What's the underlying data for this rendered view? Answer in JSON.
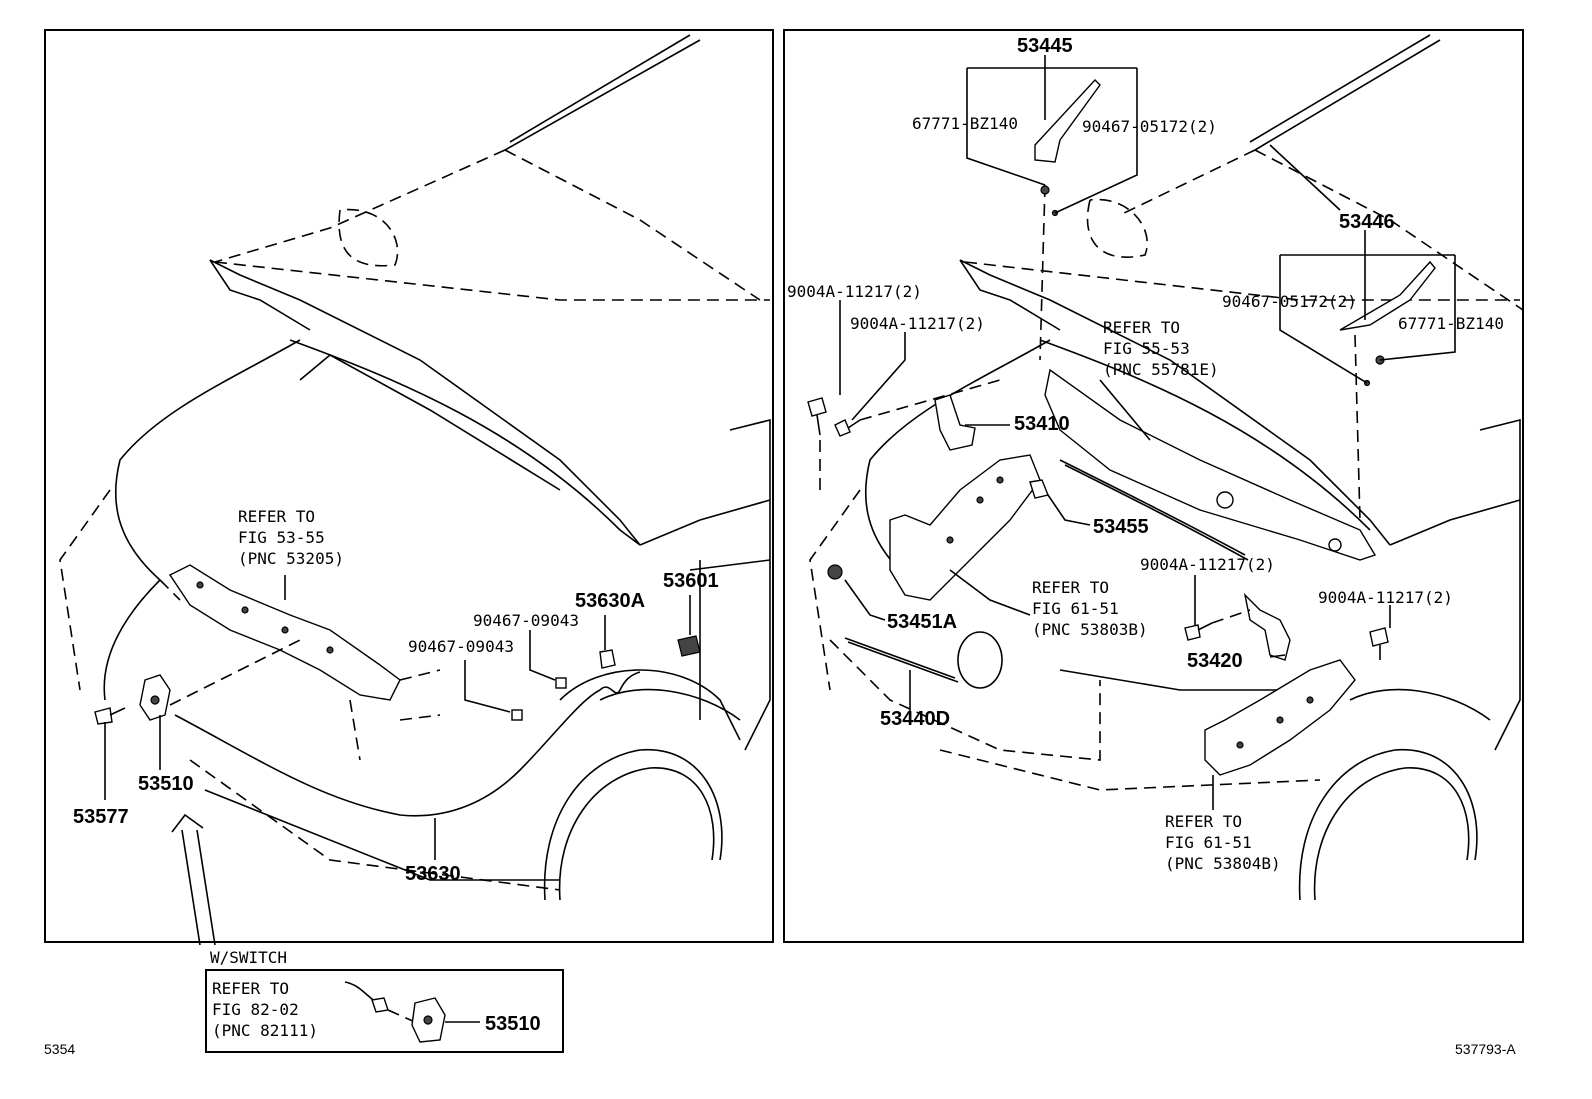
{
  "left_panel": {
    "refer_53205": [
      "REFER TO",
      "FIG 53-55",
      "(PNC 53205)"
    ],
    "p_53630A": "53630A",
    "p_53601": "53601",
    "p_90467_09043_a": "90467-09043",
    "p_90467_09043_b": "90467-09043",
    "p_53510": "53510",
    "p_53577": "53577",
    "p_53630": "53630"
  },
  "switch_box": {
    "caption": "W/SWITCH",
    "refer_82111": [
      "REFER TO",
      "FIG 82-02",
      "(PNC 82111)"
    ],
    "p_53510": "53510"
  },
  "right_panel": {
    "p_53445": "53445",
    "p_67771_left": "67771-BZ140",
    "p_90467_05172_left": "90467-05172(2)",
    "p_53446": "53446",
    "p_90467_05172_right": "90467-05172(2)",
    "p_67771_right": "67771-BZ140",
    "p_9004A_a": "9004A-11217(2)",
    "p_9004A_b": "9004A-11217(2)",
    "refer_55781E": [
      "REFER TO",
      "FIG 55-53",
      "(PNC 55781E)"
    ],
    "p_53410": "53410",
    "p_53455": "53455",
    "p_9004A_c": "9004A-11217(2)",
    "p_9004A_d": "9004A-11217(2)",
    "refer_53803B": [
      "REFER TO",
      "FIG 61-51",
      "(PNC 53803B)"
    ],
    "p_53451A": "53451A",
    "p_53420": "53420",
    "p_53440D": "53440D",
    "refer_53804B": [
      "REFER TO",
      "FIG 61-51",
      "(PNC 53804B)"
    ]
  },
  "footer": {
    "left_code": "5354",
    "right_code": "537793-A"
  }
}
